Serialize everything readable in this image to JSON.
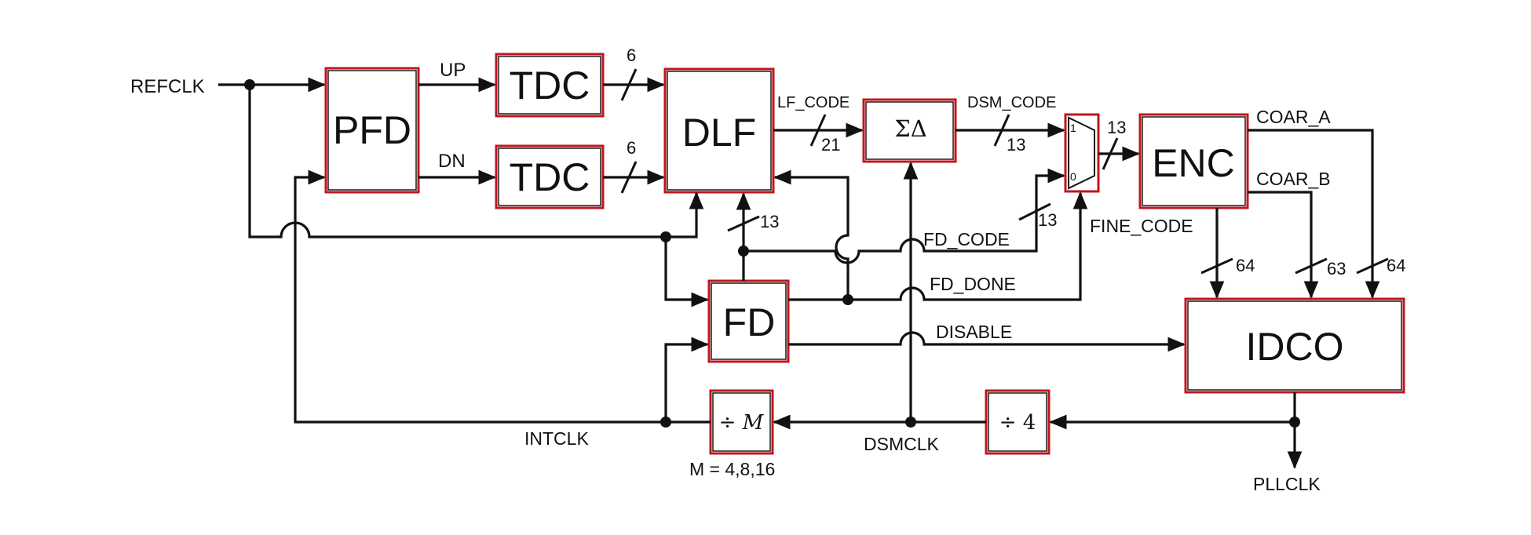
{
  "blocks": {
    "pfd": "PFD",
    "tdc_up": "TDC",
    "tdc_dn": "TDC",
    "dlf": "DLF",
    "sd": "ΣΔ",
    "mux_in1": "1",
    "mux_in0": "0",
    "enc": "ENC",
    "fd": "FD",
    "idco": "IDCO",
    "div_m": "÷ M",
    "div_4": "÷ 4"
  },
  "signals": {
    "refclk": "REFCLK",
    "up": "UP",
    "dn": "DN",
    "lf_code": "LF_CODE",
    "dsm_code": "DSM_CODE",
    "coar_a": "COAR_A",
    "coar_b": "COAR_B",
    "fine_code": "FINE_CODE",
    "fd_code": "FD_CODE",
    "fd_done": "FD_DONE",
    "disable": "DISABLE",
    "intclk": "INTCLK",
    "dsmclk": "DSMCLK",
    "pllclk": "PLLCLK"
  },
  "bus_widths": {
    "tdc_up_out": "6",
    "tdc_dn_out": "6",
    "lf_code": "21",
    "dsm_code": "13",
    "mux_out": "13",
    "fd_to_dlf": "13",
    "fd_code": "13",
    "fine_code": "64",
    "coar_b": "63",
    "coar_a": "64"
  },
  "notes": {
    "m_values": "M = 4,8,16"
  }
}
